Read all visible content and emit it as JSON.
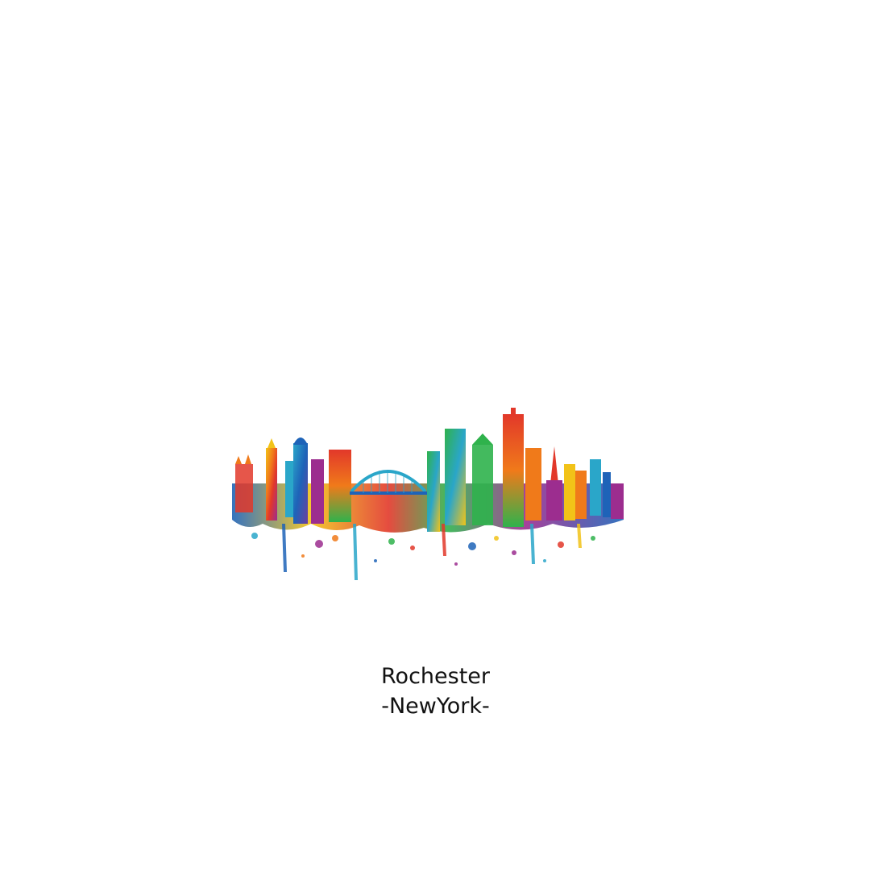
{
  "artwork": {
    "subject": "watercolor-skyline",
    "city": "Rochester",
    "state_line": "-NewYork-"
  },
  "colors": {
    "background": "#ffffff",
    "text": "#111111",
    "palette": [
      "#1e63b8",
      "#2aa6c9",
      "#2fb24c",
      "#f2c318",
      "#f07a1a",
      "#e2382a",
      "#9c2d8f",
      "#6b3fa0"
    ]
  }
}
